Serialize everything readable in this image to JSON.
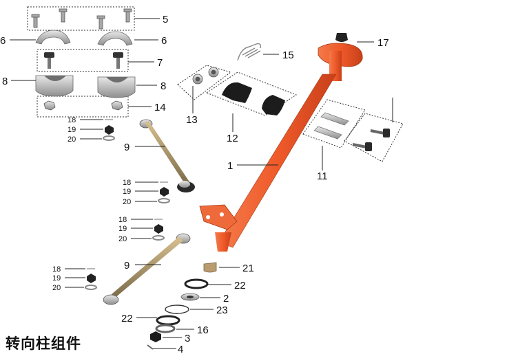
{
  "title": "转向柱组件",
  "colors": {
    "column": "#ef5a2a",
    "metal": "#b8b8b8",
    "dark": "#1e1e1e",
    "rubber": "#202020"
  },
  "callouts": {
    "c1": "1",
    "c2": "2",
    "c3": "3",
    "c4": "4",
    "c5": "5",
    "c6a": "6",
    "c6b": "6",
    "c7": "7",
    "c8a": "8",
    "c8b": "8",
    "c9a": "9",
    "c9b": "9",
    "c11": "11",
    "c12": "12",
    "c13": "13",
    "c14": "14",
    "c15": "15",
    "c16": "16",
    "c17": "17",
    "c18a": "18",
    "c19a": "19",
    "c20a": "20",
    "c18b": "18",
    "c19b": "19",
    "c20b": "20",
    "c18c": "18",
    "c19c": "19",
    "c20c": "20",
    "c18d": "18",
    "c19d": "19",
    "c20d": "20",
    "c21": "21",
    "c22a": "22",
    "c22b": "22",
    "c23": "23"
  }
}
